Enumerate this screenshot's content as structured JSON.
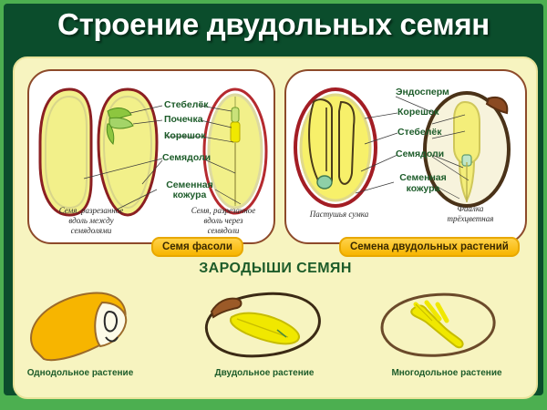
{
  "poster": {
    "title": "Строение двудольных семян",
    "section_title": "ЗАРОДЫШИ СЕМЯН",
    "colors": {
      "frame_green": "#0b4d2c",
      "outer_green": "#4caf50",
      "board_yellow": "#f7f4c0",
      "label_green": "#1d5c2a",
      "badge_yellow": "#f7b500",
      "seed_coat_red": "#a31d24",
      "seed_coat_brown": "#5a3a1a",
      "cotyledon_yellow": "#f2f08a",
      "embryo_yellow": "#f0e800",
      "embryo_green": "#7dc242",
      "monocot_orange": "#f7b500"
    }
  },
  "panel_left": {
    "badge": "Семя фасоли",
    "labels": [
      {
        "text": "Стебелёк"
      },
      {
        "text": "Почечка"
      },
      {
        "text": "Корешок"
      },
      {
        "text": "Семядоли"
      },
      {
        "text": "Семенная"
      },
      {
        "text": "кожура"
      }
    ],
    "captions": [
      {
        "lines": [
          "Семя, разрезанное",
          "вдоль между",
          "семядолями"
        ]
      },
      {
        "lines": [
          "Семя, разрезанное",
          "вдоль через",
          "семядоли"
        ]
      }
    ]
  },
  "panel_right": {
    "badge": "Семена двудольных растений",
    "labels": [
      {
        "text": "Эндосперм"
      },
      {
        "text": "Корешок"
      },
      {
        "text": "Стебелёк"
      },
      {
        "text": "Семядоли"
      },
      {
        "text": "Семенная"
      },
      {
        "text": "кожура"
      }
    ],
    "captions": [
      {
        "lines": [
          "Пастушья сумка"
        ]
      },
      {
        "lines": [
          "Фиалка",
          "трёхцветная"
        ]
      }
    ]
  },
  "embryos": [
    {
      "label": "Однодольное растение"
    },
    {
      "label": "Двудольное растение"
    },
    {
      "label": "Многодольное растение"
    }
  ]
}
